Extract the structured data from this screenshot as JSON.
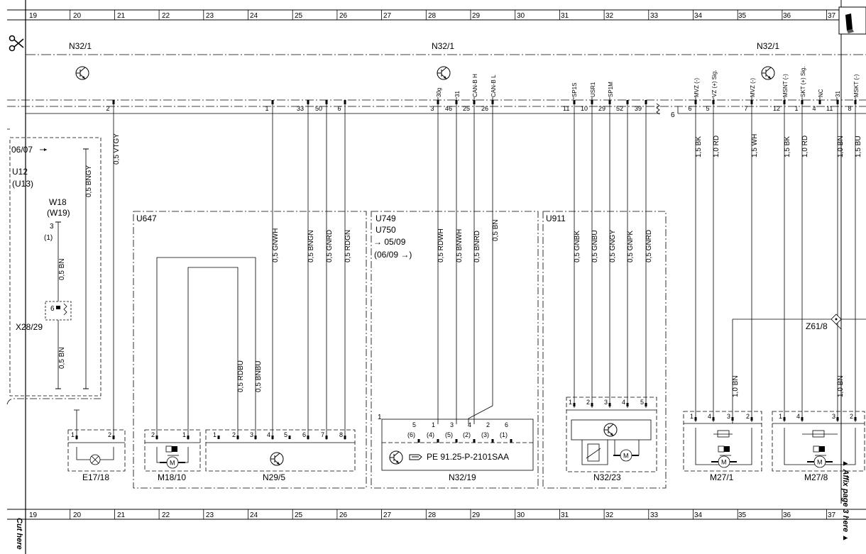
{
  "grid": {
    "columns": [
      "19",
      "20",
      "21",
      "22",
      "23",
      "24",
      "25",
      "26",
      "27",
      "28",
      "29",
      "30",
      "31",
      "32",
      "33",
      "34",
      "35",
      "36",
      "37"
    ]
  },
  "margin": {
    "cut_here": "Cut here",
    "affix": "▲ Affix page 3 here ▲"
  },
  "modules": {
    "n32_1": "N32/1",
    "u12": "U12",
    "u13": "(U13)",
    "date_0607": "06/07",
    "w18": "W18",
    "w19": "(W19)",
    "pin3": "3",
    "pin1p": "(1)",
    "x28_29": "X28/29",
    "x28_pin": "6",
    "u647": "U647",
    "u749": "U749",
    "u750": "U750",
    "d0509": "→ 05/09",
    "d0609": "(06/09   →)",
    "u911": "U911",
    "z61_8": "Z61/8"
  },
  "connector": {
    "pins": [
      "2",
      "1",
      "33",
      "50",
      "6",
      "3",
      "46",
      "25",
      "26",
      "11",
      "10",
      "29",
      "52",
      "39",
      "6",
      "5",
      "7",
      "12",
      "1",
      "4",
      "11",
      "8"
    ],
    "signal_labels": [
      "30g",
      "31",
      "CAN-B H",
      "CAN-B L",
      "SP1S",
      "USR1",
      "SP1M",
      "MVZ (-)",
      "VZ (+) Sig.",
      "MVZ (-)",
      "MSNT (-)",
      "SKT (+) Sig.",
      "NC",
      "31",
      "MSKT (-)"
    ],
    "side_pin": "6"
  },
  "wires": [
    "0,5 VTGY",
    "0,5 BNGY",
    "0,5 BN",
    "0,5 BN",
    "0,5 GNWH",
    "0,5 BNGN",
    "0,5 GNRD",
    "0,5 RDGN",
    "0,5 RDBU",
    "0,5 BNBU",
    "0,5 RDWH",
    "0,5 BNWH",
    "0,5 BNRD",
    "0,5 BN",
    "0,5 GNBK",
    "0,5 GNBU",
    "0,5 GNGY",
    "0,5 GNPK",
    "0,5 GNRD",
    "1,5 BK",
    "1,0 RD",
    "1,5 WH",
    "1,5 BK",
    "1,0 RD",
    "1,0 BN",
    "1,5 BU",
    "1,0 BN",
    "1,0 BN"
  ],
  "components": {
    "e17_18": {
      "label": "E17/18",
      "pins": [
        "1",
        "2"
      ]
    },
    "m18_10": {
      "label": "M18/10",
      "pins": [
        "2",
        "1"
      ]
    },
    "n29_5": {
      "label": "N29/5",
      "pins": [
        "1",
        "2",
        "3",
        "4",
        "5",
        "6",
        "7",
        "8"
      ]
    },
    "n32_19": {
      "label": "N32/19",
      "pins": [
        "5",
        "1",
        "3",
        "4",
        "2",
        "6"
      ],
      "sub": [
        "(6)",
        "(4)",
        "(5)",
        "(2)",
        "(3)",
        "(1)"
      ],
      "marker": "1",
      "ref": "PE 91.25-P-2101SAA"
    },
    "n32_23": {
      "label": "N32/23",
      "pins": [
        "1",
        "2",
        "3",
        "4",
        "5"
      ]
    },
    "m27_1": {
      "label": "M27/1",
      "pins": [
        "1",
        "4",
        "3",
        "2"
      ]
    },
    "m27_8": {
      "label": "M27/8",
      "pins": [
        "1",
        "4",
        "3",
        "2"
      ]
    }
  },
  "icons": [
    "scissors-icon",
    "transistor-icon",
    "motor-icon",
    "lamp-icon",
    "resistor-icon",
    "reference-hand-icon",
    "book-icon"
  ]
}
